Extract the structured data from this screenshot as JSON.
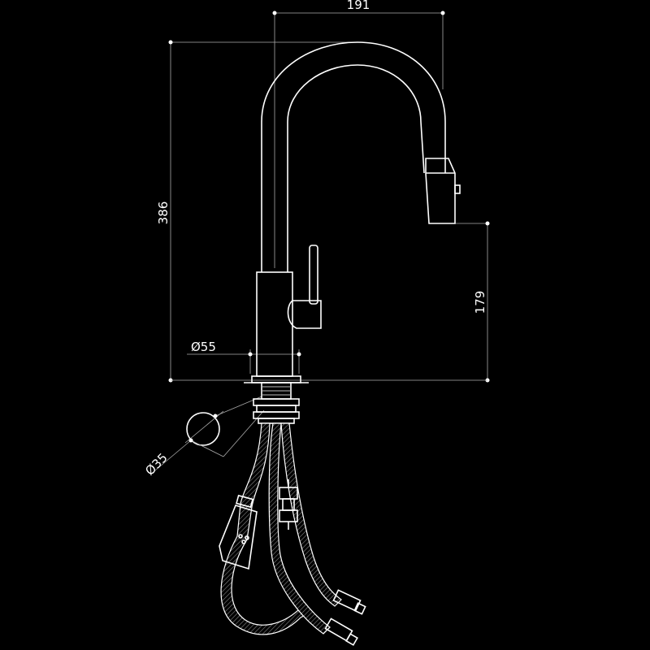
{
  "dimensions": {
    "width_top": "191",
    "height_total": "386",
    "height_spout": "179",
    "base_diameter": "Ø55",
    "hole_diameter": "Ø35"
  },
  "colors": {
    "background": "#000000",
    "line": "#ffffff",
    "dimension": "#aaaaaa"
  },
  "icons": {
    "hole_symbol": "circle-section-icon"
  }
}
